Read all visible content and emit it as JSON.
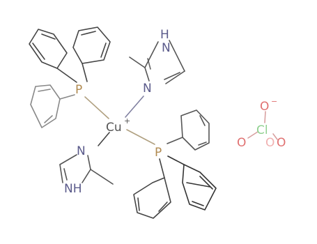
{
  "structure": {
    "metal": {
      "symbol": "Cu",
      "charge": "+"
    },
    "phosphorus_label": "P",
    "imidazole": {
      "n_label": "N",
      "nh_label": "NH",
      "h_label": "H"
    },
    "perchlorate": {
      "cl": "Cl",
      "o": "O",
      "charge": "−"
    }
  },
  "colors": {
    "bond": "#222222",
    "copper": "#c88033",
    "phosphorus": "#ff8000",
    "nitrogen": "#3050f8",
    "oxygen": "#ff0d0d",
    "chlorine": "#1ff01f"
  }
}
